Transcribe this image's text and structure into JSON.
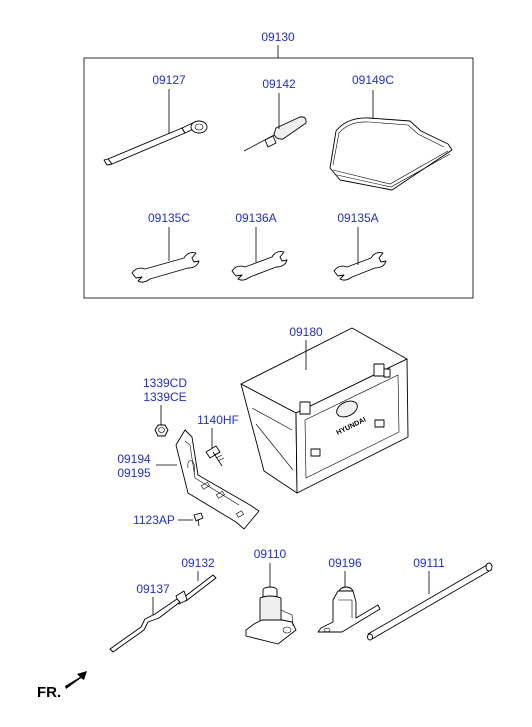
{
  "labels": {
    "kit": "09130",
    "lug_wrench": "09127",
    "screwdriver": "09142",
    "tool_bag": "09149C",
    "spanner_1": "09135C",
    "spanner_2": "09136A",
    "spanner_3": "09135A",
    "tool_box": "09180",
    "nut_1": "1339CD",
    "nut_2": "1339CE",
    "bolt": "1140HF",
    "bracket_1": "09194",
    "bracket_2": "09195",
    "screw": "1123AP",
    "jack_handle": "09132",
    "jack_handle_ext": "09137",
    "jack": "09110",
    "jack_bracket": "09196",
    "rod": "09111",
    "front": "FR."
  },
  "logo_text": "HYUNDAI",
  "colors": {
    "label": "#1f2fd0",
    "line": "#000000",
    "background": "#ffffff"
  }
}
